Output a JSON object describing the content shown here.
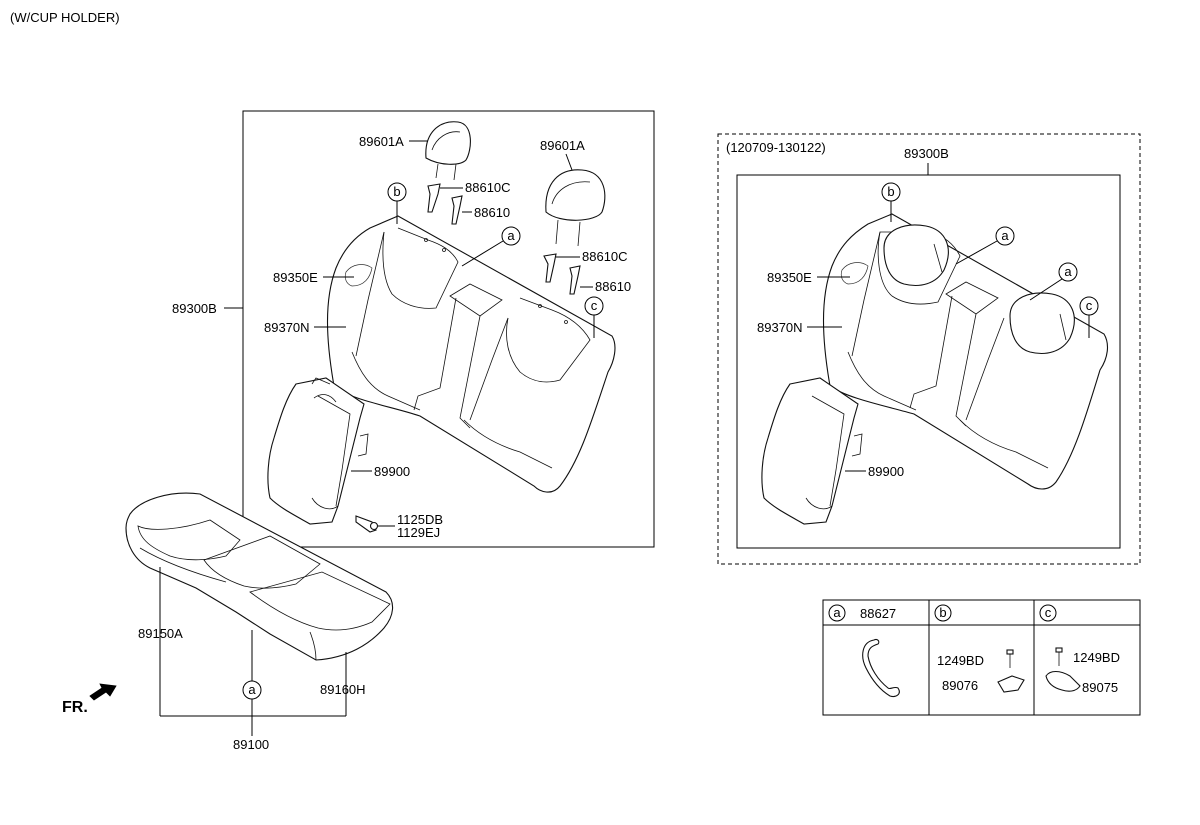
{
  "header": {
    "note": "(W/CUP HOLDER)"
  },
  "callouts": {
    "headrest_left": "89601A",
    "headrest_right": "89601A",
    "guide_88610C_left": "88610C",
    "guide_88610_left": "88610",
    "guide_88610C_right": "88610C",
    "guide_88610_right": "88610",
    "back_cover_89350E": "89350E",
    "back_pad_89370N": "89370N",
    "back_assy_89300B": "89300B",
    "armrest_89900": "89900",
    "bolt_1125DB": "1125DB",
    "bolt_1129EJ": "1129EJ",
    "cushion_89150A": "89150A",
    "cushion_89160H": "89160H",
    "cushion_assy_89100": "89100",
    "ref_a_left": "a",
    "ref_b_left": "b",
    "ref_c_left": "c",
    "ref_a_cushion": "a"
  },
  "alt_variant": {
    "date_range": "(120709-130122)",
    "assy": "89300B",
    "back_cover": "89350E",
    "back_pad": "89370N",
    "armrest": "89900",
    "ref_a1": "a",
    "ref_a2": "a",
    "ref_b": "b",
    "ref_c": "c"
  },
  "legend_table": {
    "col_a": {
      "letter": "a",
      "part": "88627"
    },
    "col_b": {
      "letter": "b",
      "part1": "1249BD",
      "part2": "89076"
    },
    "col_c": {
      "letter": "c",
      "part1": "1249BD",
      "part2": "89075"
    }
  },
  "direction": {
    "label": "FR."
  }
}
